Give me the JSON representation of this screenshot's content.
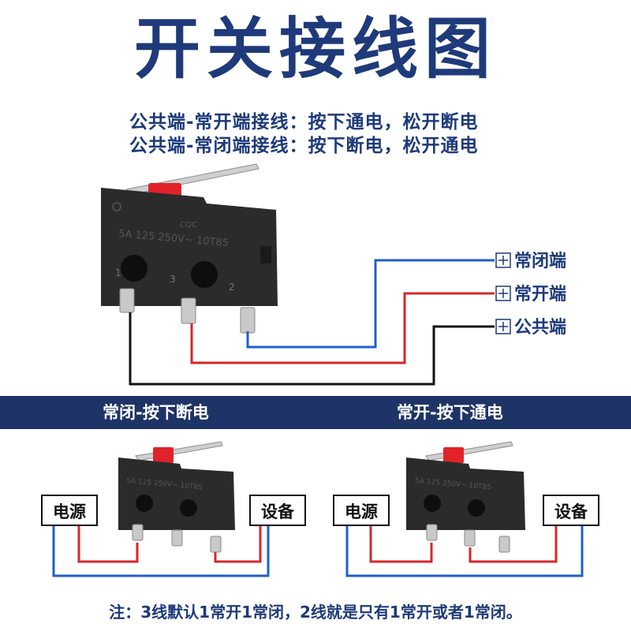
{
  "title": "开关接线图",
  "subtitle_lines": [
    "公共端-常开端接线：按下通电，松开断电",
    "公共端-常闭端接线：按下断电，松开通电"
  ],
  "switch_marking": "5A 125 250V~ 10T85",
  "switch_logo": "CQC",
  "pin_numbers": [
    "1",
    "3",
    "2"
  ],
  "terminals": [
    {
      "label": "常闭端",
      "wire_color": "#1f5fc8"
    },
    {
      "label": "常开端",
      "wire_color": "#d8262a"
    },
    {
      "label": "公共端",
      "wire_color": "#111111"
    }
  ],
  "band": {
    "left_label": "常闭-按下断电",
    "right_label": "常开-按下通电",
    "color": "#1f3466"
  },
  "circuits": [
    {
      "source_label": "电源",
      "device_label": "设备"
    },
    {
      "source_label": "电源",
      "device_label": "设备"
    }
  ],
  "note": "注：3线默认1常开1常闭，2线就是只有1常开或者1常闭。",
  "colors": {
    "title": "#1e3a7a",
    "blue_wire": "#1f5fc8",
    "red_wire": "#d8262a",
    "black_wire": "#111111",
    "switch_body": "#2b2b2b",
    "lever": "#e2222a"
  }
}
